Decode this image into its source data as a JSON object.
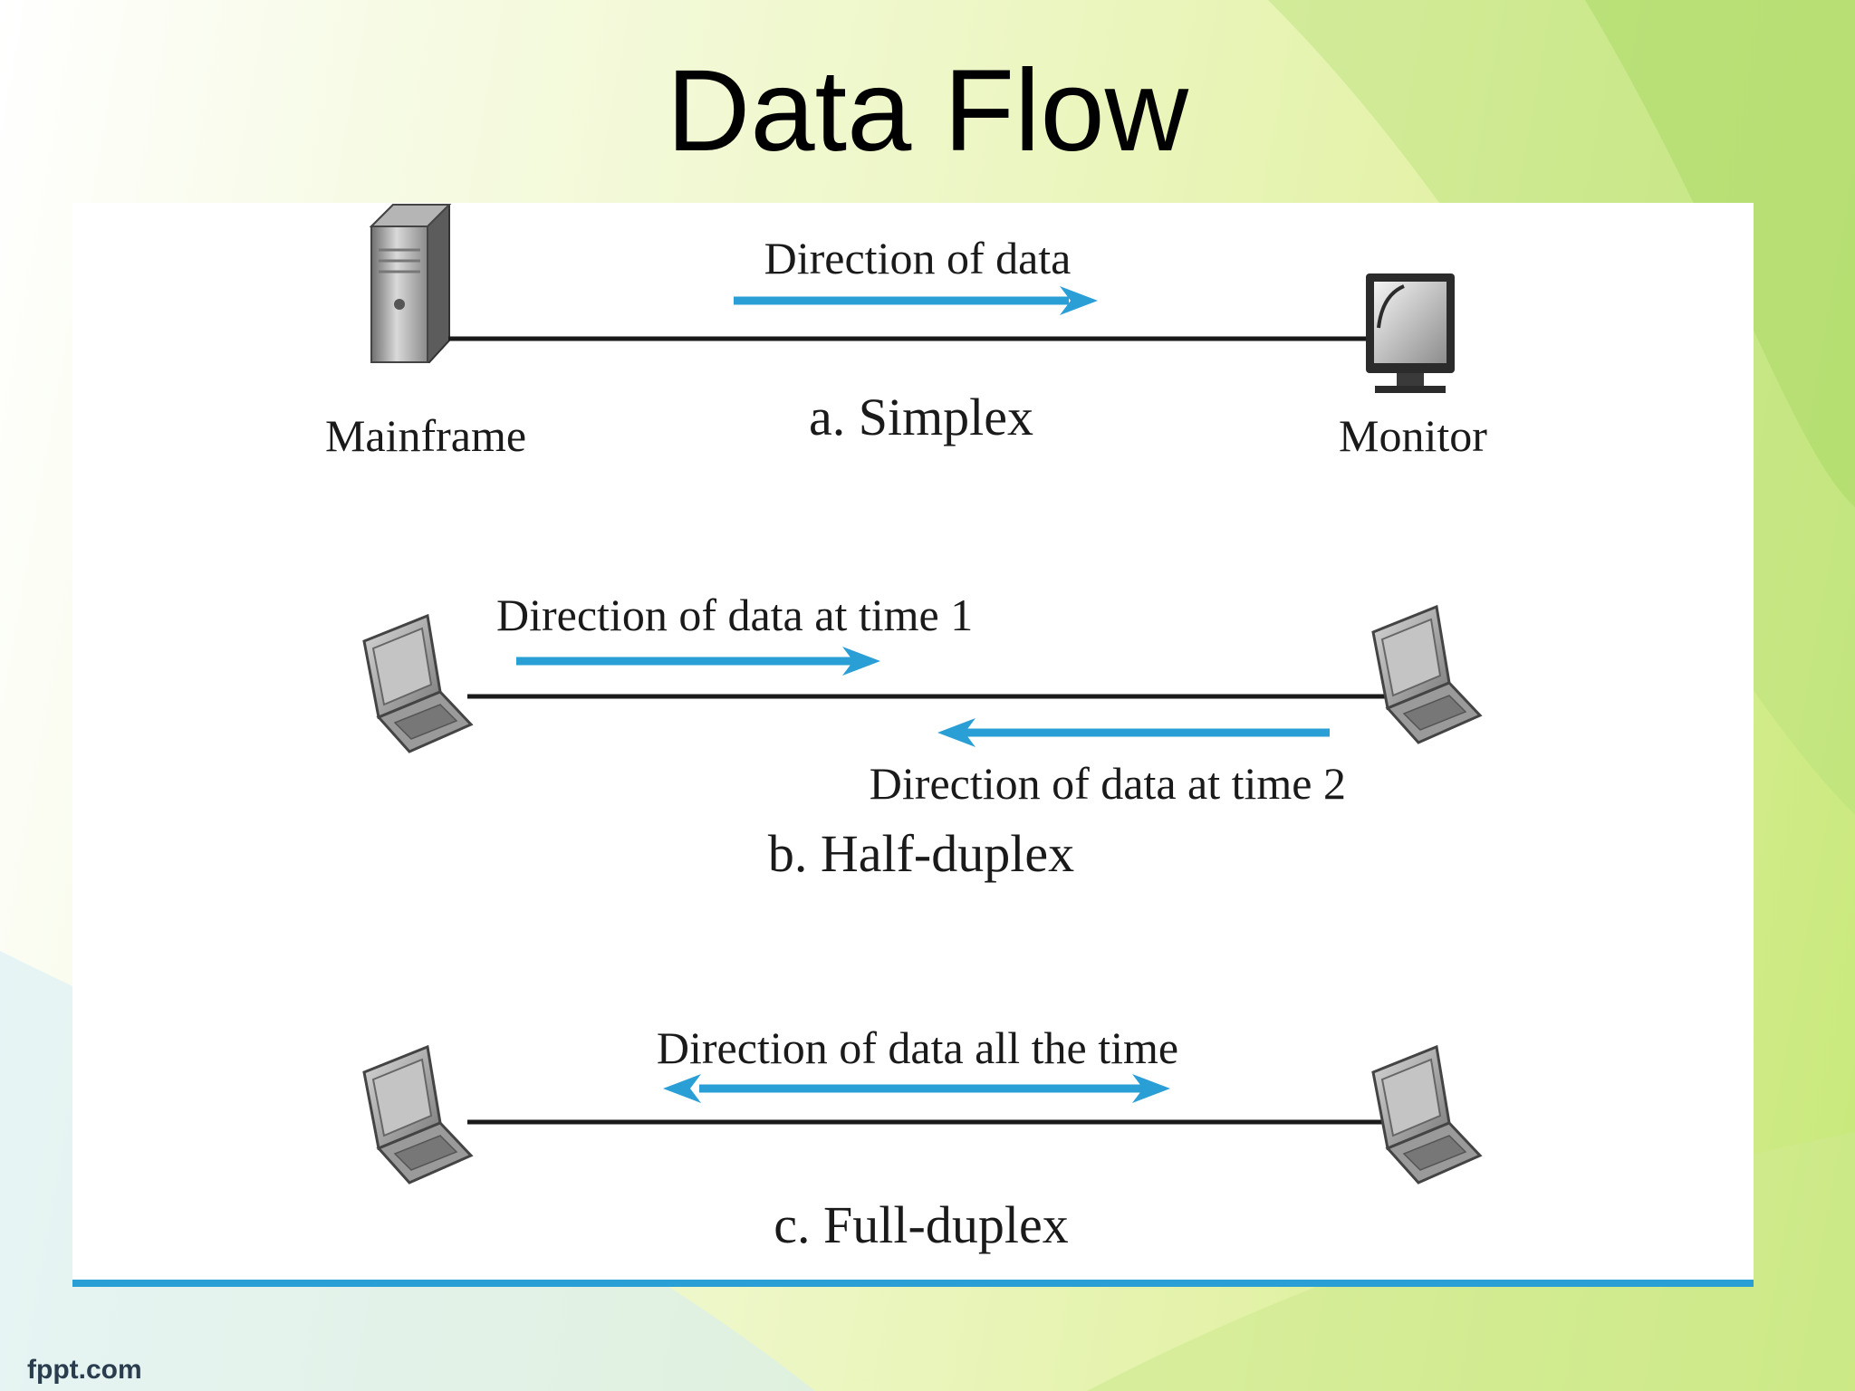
{
  "slide": {
    "title": "Data Flow",
    "footer": "fppt.com"
  },
  "colors": {
    "accent_blue": "#2a9fd6",
    "line_black": "#1a1a1a",
    "panel_white": "#ffffff",
    "bg_green": "#c7e879"
  },
  "simplex": {
    "direction_label": "Direction of data",
    "caption": "a. Simplex",
    "left_device": "Mainframe",
    "right_device": "Monitor",
    "left_icon": "mainframe-icon",
    "right_icon": "monitor-icon"
  },
  "half_duplex": {
    "direction_label_1": "Direction of data at time 1",
    "direction_label_2": "Direction of data at time 2",
    "caption": "b. Half-duplex",
    "left_icon": "laptop-icon",
    "right_icon": "laptop-icon"
  },
  "full_duplex": {
    "direction_label": "Direction of data all the time",
    "caption": "c. Full-duplex",
    "left_icon": "laptop-icon",
    "right_icon": "laptop-icon"
  }
}
